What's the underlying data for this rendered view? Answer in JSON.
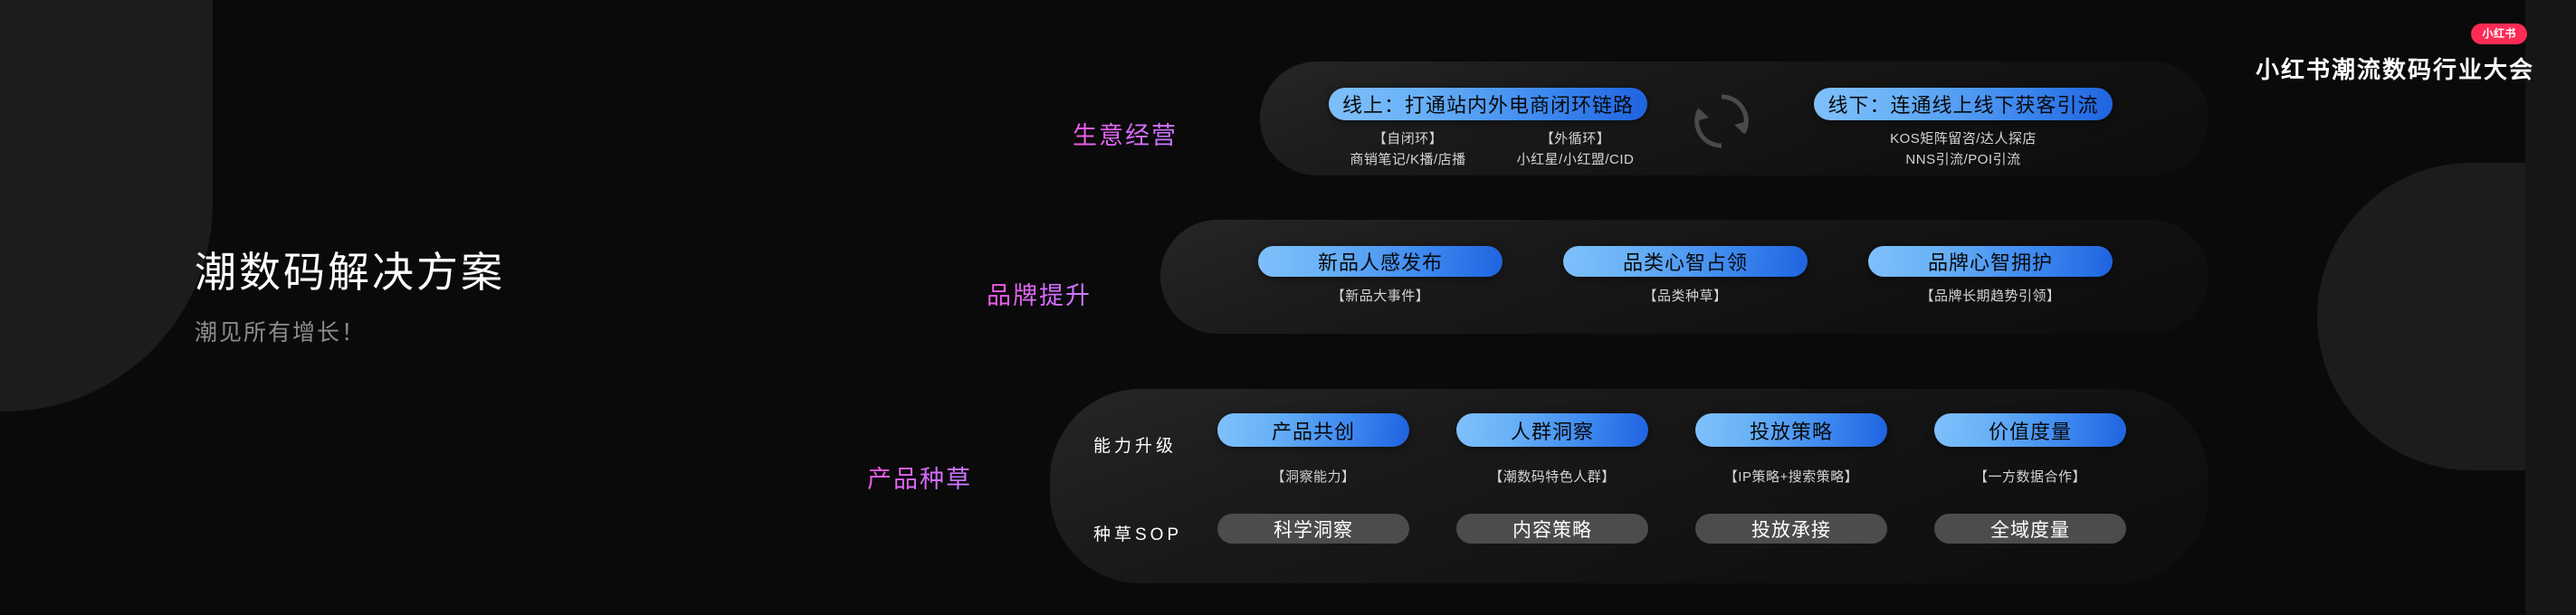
{
  "header": {
    "logo_badge": "小红书",
    "conference_title": "小红书潮流数码行业大会"
  },
  "title_block": {
    "main_title": "潮数码解决方案",
    "sub_title": "潮见所有增长！"
  },
  "sections": {
    "business": {
      "category_label": "生意经营",
      "cycle_icon": "cycle-arrows-icon",
      "pills": [
        {
          "label": "线上：打通站内外电商闭环链路"
        },
        {
          "label": "线下：连通线上线下获客引流"
        }
      ],
      "captions": [
        "【自闭环】\n商销笔记/K播/店播",
        "【外循环】\n小红星/小红盟/CID",
        "KOS矩阵留咨/达人探店\nNNS引流/POI引流"
      ]
    },
    "brand": {
      "category_label": "品牌提升",
      "pills": [
        {
          "label": "新品人感发布",
          "caption": "【新品大事件】"
        },
        {
          "label": "品类心智占领",
          "caption": "【品类种草】"
        },
        {
          "label": "品牌心智拥护",
          "caption": "【品牌长期趋势引领】"
        }
      ]
    },
    "seeding": {
      "category_label": "产品种草",
      "row_capability_label": "能力升级",
      "row_sop_label": "种草SOP",
      "capability_pills": [
        {
          "label": "产品共创",
          "caption": "【洞察能力】"
        },
        {
          "label": "人群洞察",
          "caption": "【潮数码特色人群】"
        },
        {
          "label": "投放策略",
          "caption": "【IP策略+搜索策略】"
        },
        {
          "label": "价值度量",
          "caption": "【一方数据合作】"
        }
      ],
      "sop_pills": [
        {
          "label": "科学洞察"
        },
        {
          "label": "内容策略"
        },
        {
          "label": "投放承接"
        },
        {
          "label": "全域度量"
        }
      ]
    }
  },
  "colors": {
    "background": "#0a0a0a",
    "brand_red": "#fe2c55",
    "pill_blue_light": "#7fc0fb",
    "pill_blue_dark": "#1f63e0",
    "pill_gray": "#4c4c4c",
    "category_pink": "#f05ae0",
    "panel_dark": "#1a1a1a"
  }
}
